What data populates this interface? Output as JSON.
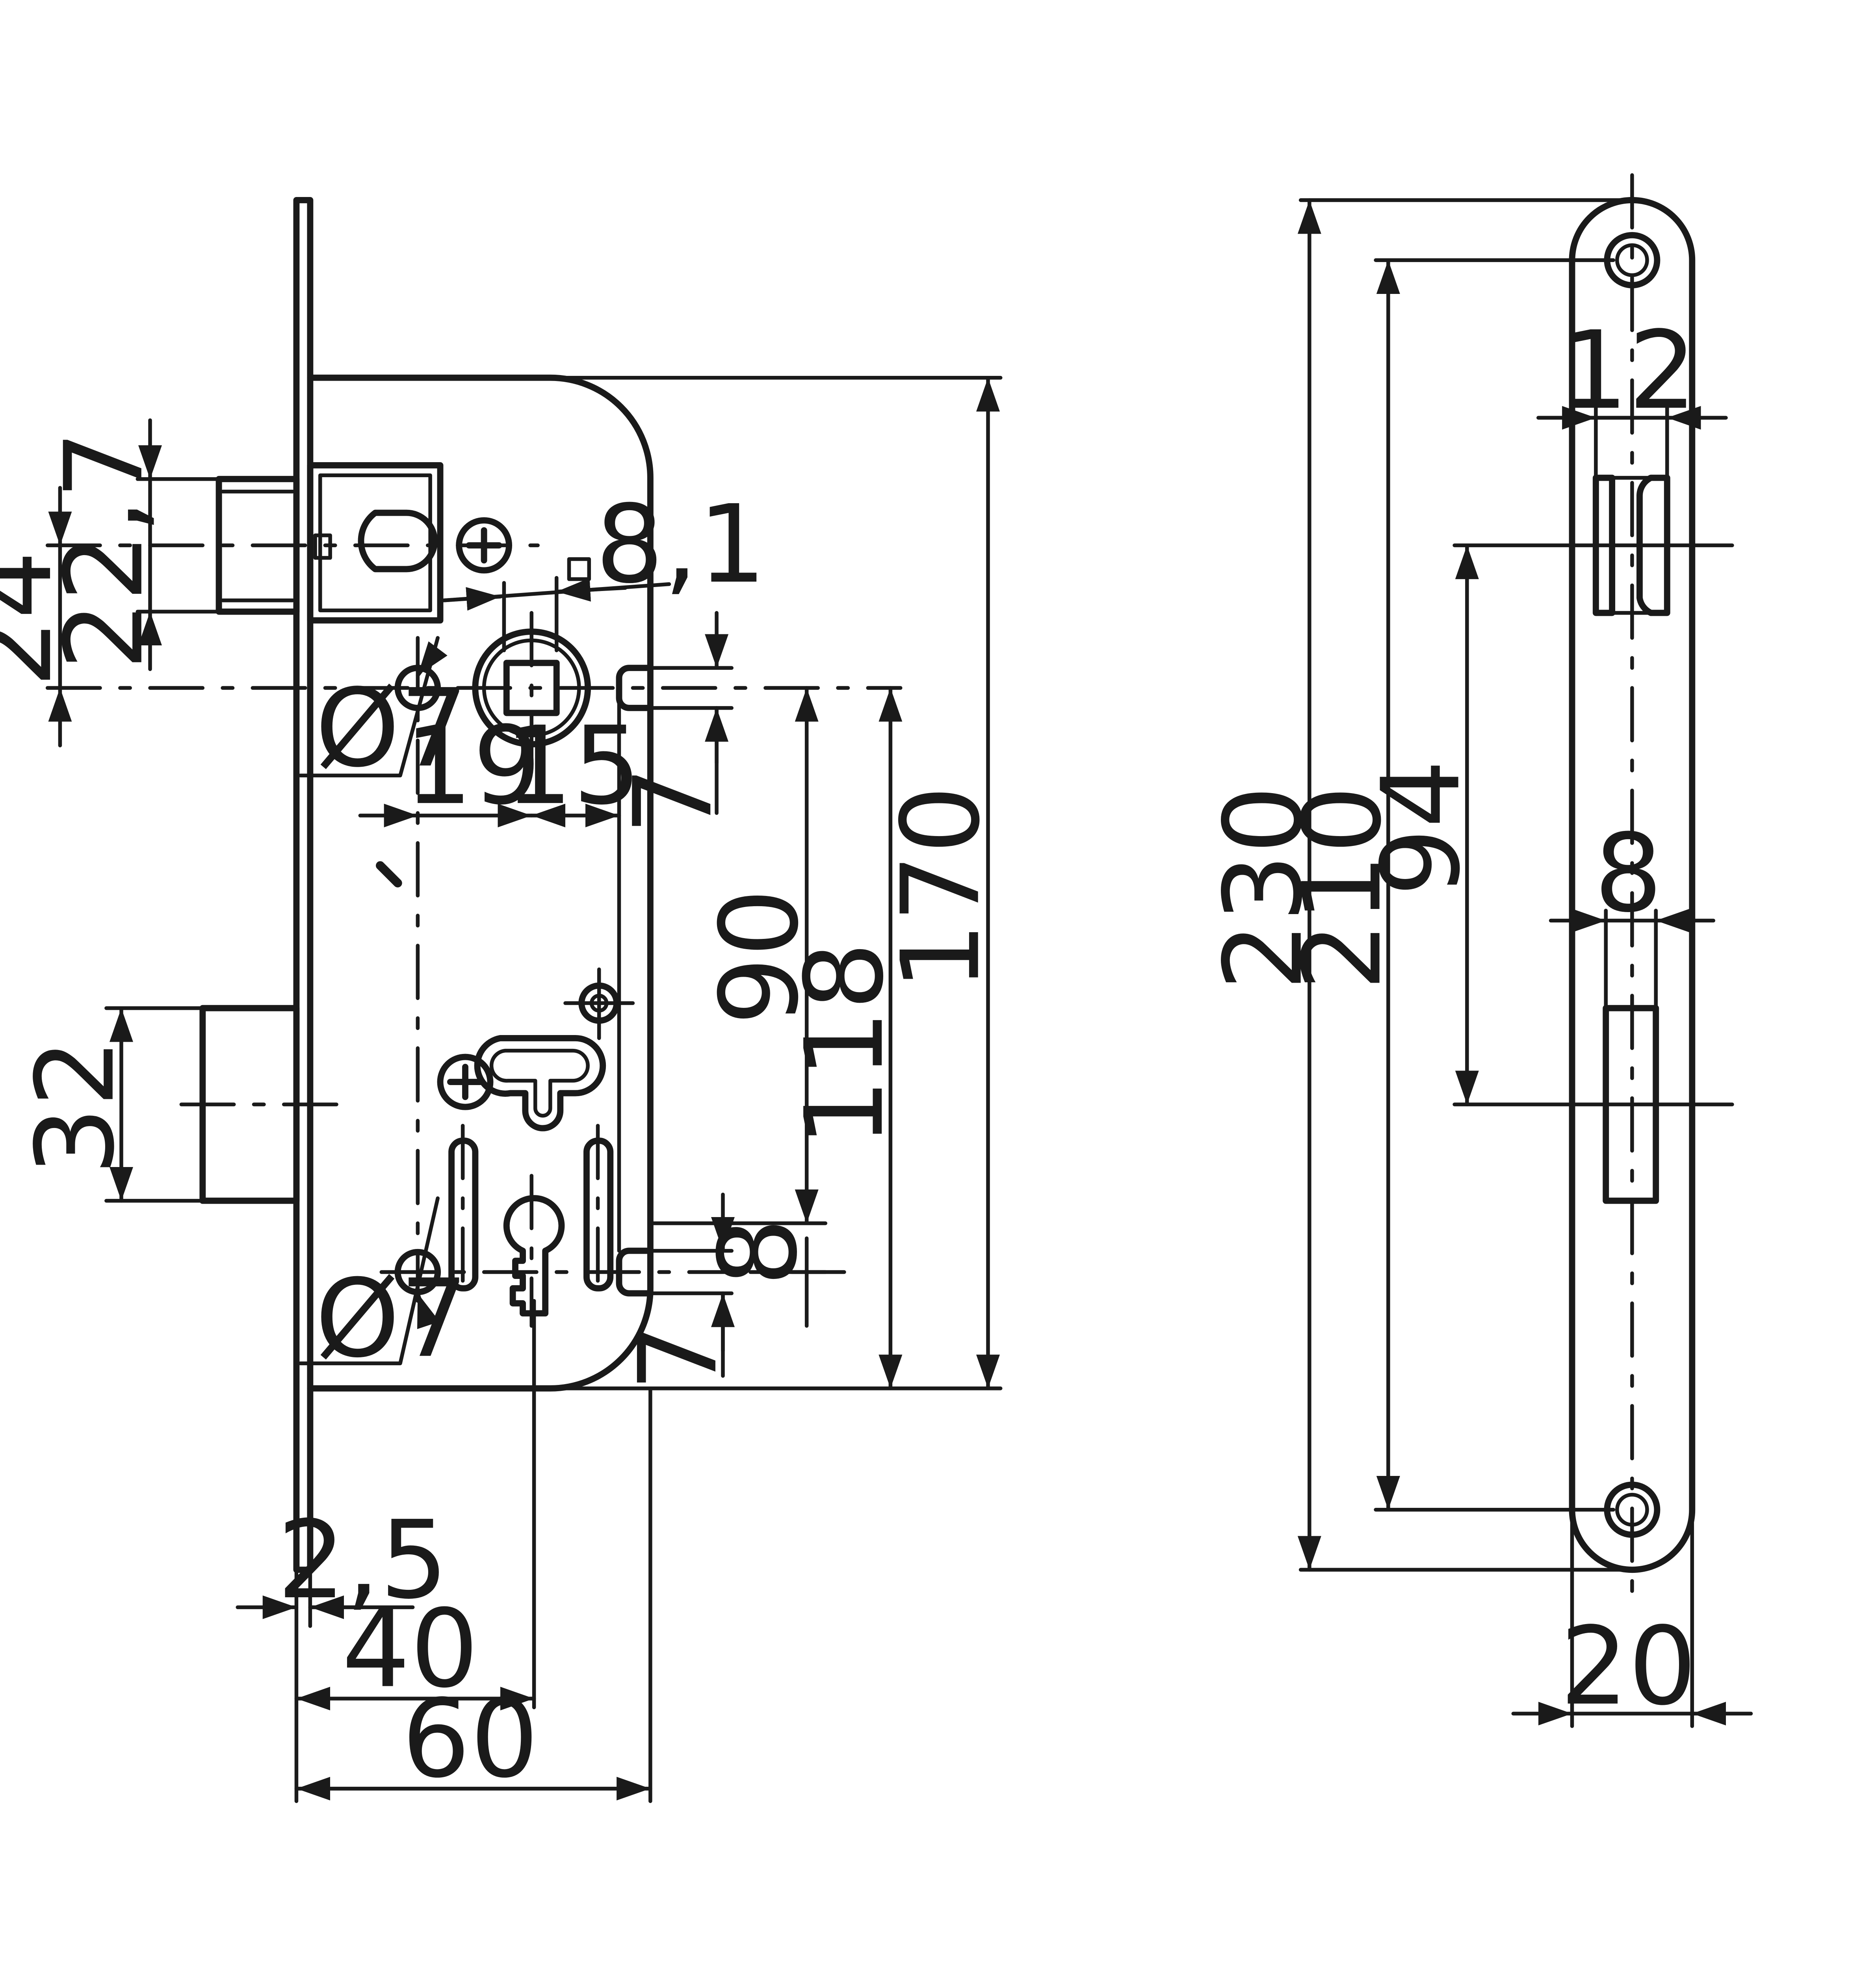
{
  "figure": {
    "type": "technical-drawing",
    "subject": "mortise lock",
    "ink_color": "#1a1a1a",
    "background": "#ffffff"
  },
  "dimensions": {
    "backset_60": "60",
    "keyhole_40": "40",
    "faceplate_2_5": "2,5",
    "spindle_hole_19": "19",
    "spindle_hole_15": "15",
    "spindle_square": "8,1",
    "hole_dia_top": "Ø7",
    "hole_dia_bottom": "Ø7",
    "latch_height": "22,7",
    "latch_offset": "24",
    "bolt_height": "32",
    "body_height": "170",
    "center_118": "118",
    "center_90": "90",
    "stop_7_top": "7",
    "stop_7_bottom": "7",
    "keyhole_8": "8",
    "faceplate_length": "230",
    "screw_spacing": "210",
    "latch_to_bolt": "94",
    "latch_slot_width": "12",
    "bolt_slot_width": "8",
    "faceplate_width": "20"
  }
}
